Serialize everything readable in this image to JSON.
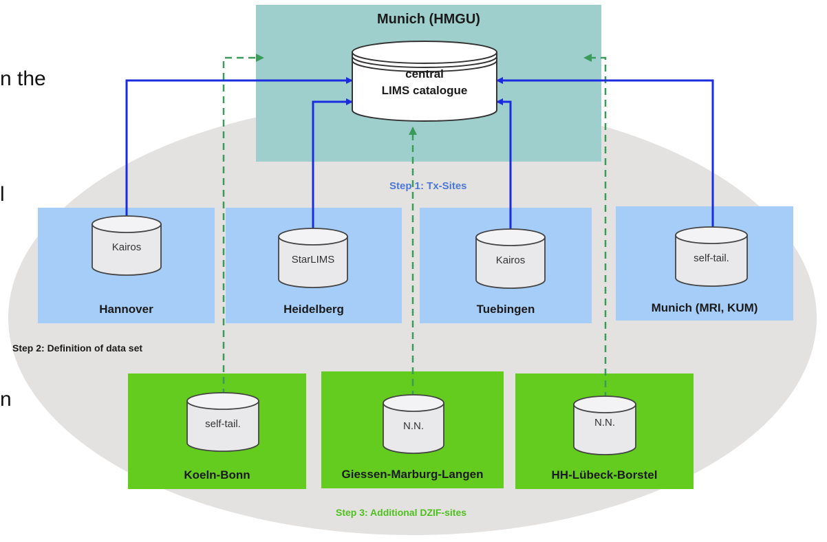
{
  "left_text_fragments": [
    "n the",
    "l",
    "n"
  ],
  "hub": {
    "title": "Munich (HMGU)",
    "db_line1": "central",
    "db_line2": "LIMS catalogue"
  },
  "tx_sites": [
    {
      "name": "Hannover",
      "db": "Kairos"
    },
    {
      "name": "Heidelberg",
      "db": "StarLIMS"
    },
    {
      "name": "Tuebingen",
      "db": "Kairos"
    },
    {
      "name": "Munich (MRI, KUM)",
      "db": "self-tail."
    }
  ],
  "dzif_sites": [
    {
      "name": "Koeln-Bonn",
      "db": "self-tail."
    },
    {
      "name": "Giessen-Marburg-Langen",
      "db": "N.N."
    },
    {
      "name": "HH-Lübeck-Borstel",
      "db": "N.N."
    }
  ],
  "steps": {
    "step1": "Step 1:  Tx-Sites",
    "step2": "Step 2: Definition of data set",
    "step3": "Step 3: Additional DZIF-sites"
  },
  "colors": {
    "hub_bg": "#9fcfcd",
    "tx_bg": "#a6cdf8",
    "dzif_bg": "#63cc1f",
    "solid_arrow": "#1a2be0",
    "dashed_arrow": "#3a9a5a",
    "step1_text": "#4a78d8",
    "step2_text": "#1a1a1a",
    "step3_text": "#4dc01c",
    "ellipse_bg": "#e4e2e0"
  }
}
